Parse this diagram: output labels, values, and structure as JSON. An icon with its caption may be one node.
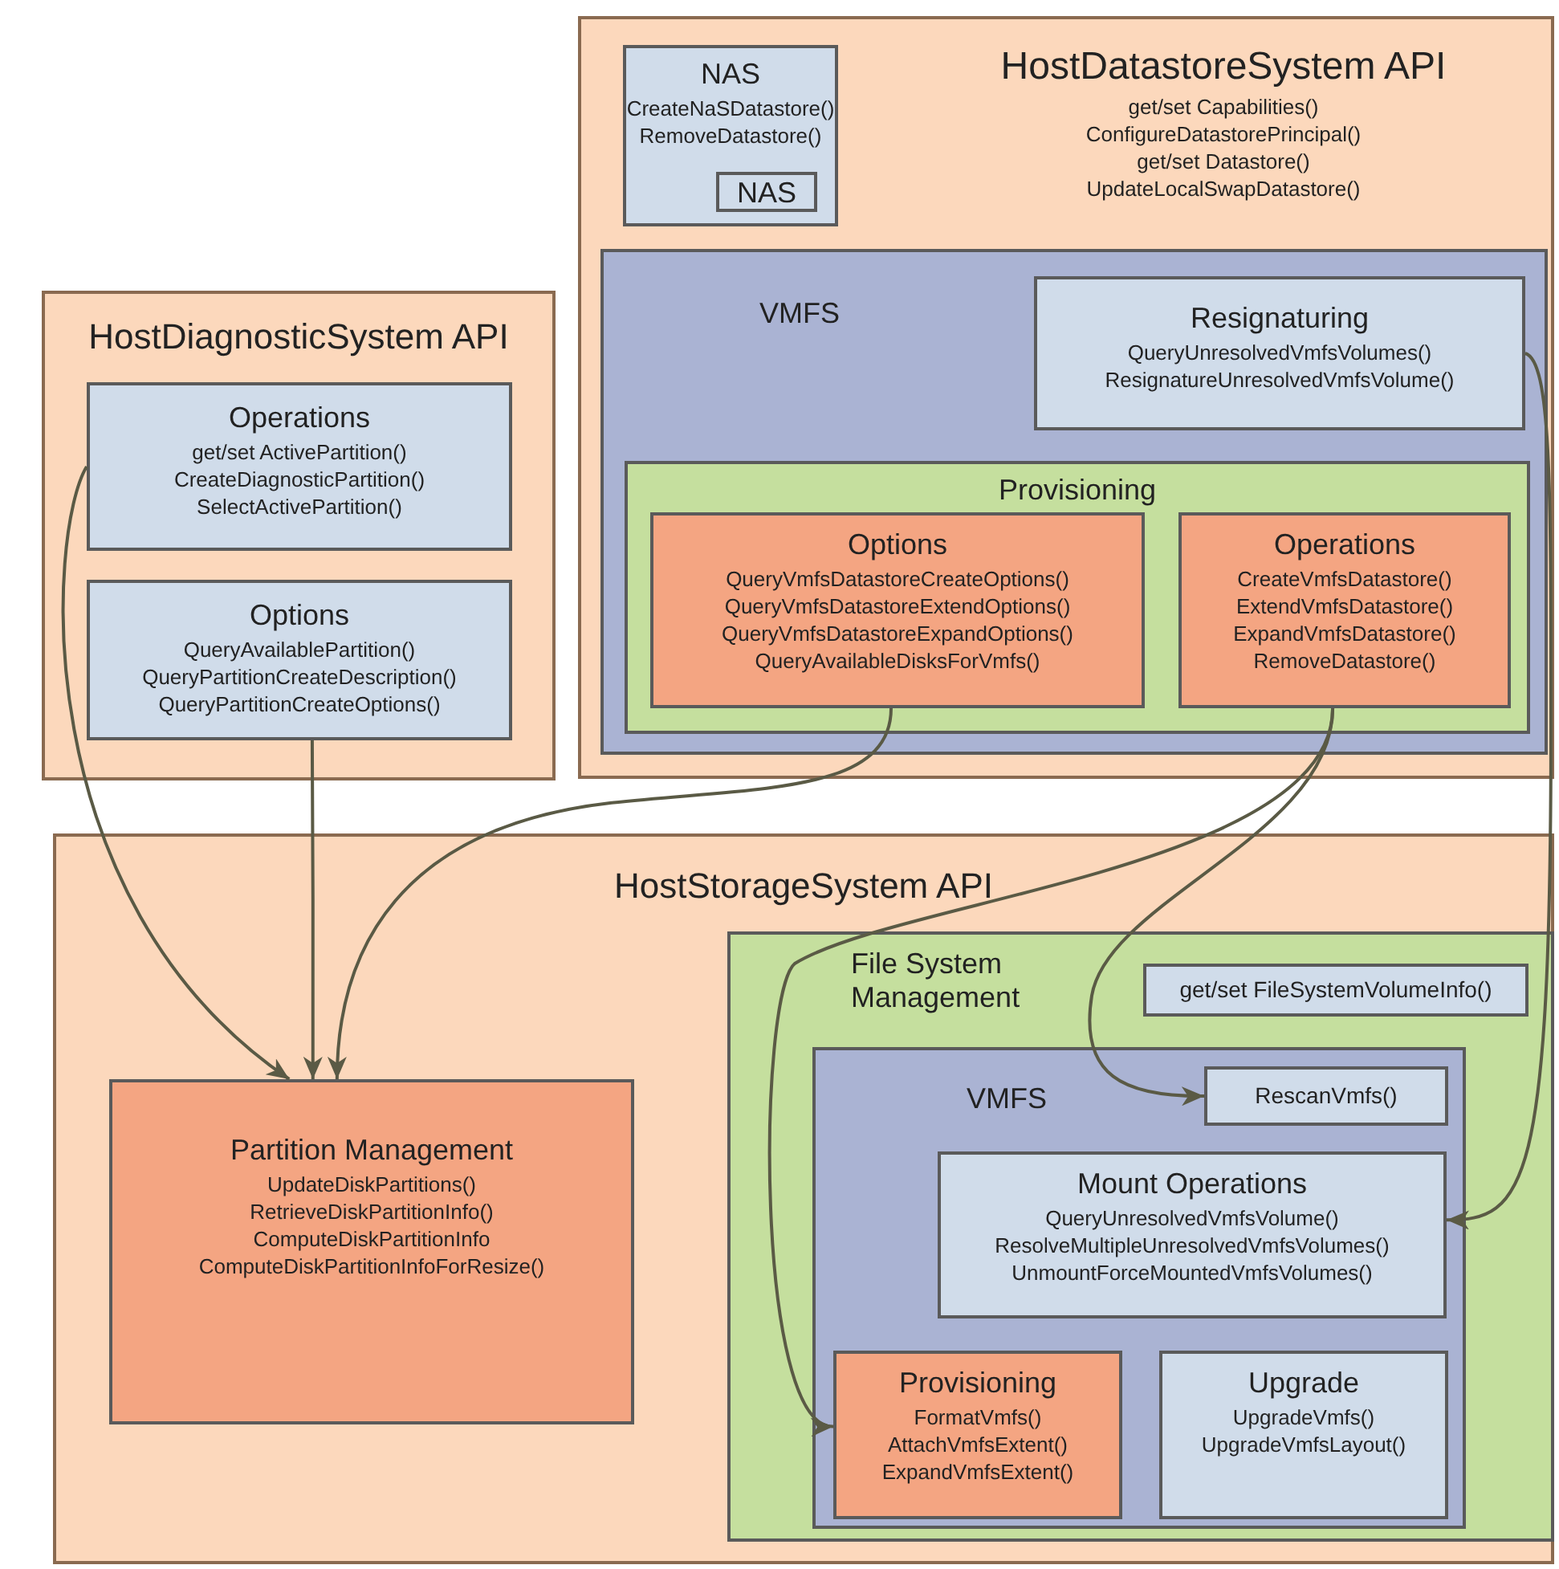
{
  "diagram": {
    "nodes": [
      {
        "text": [
          "HostDatastoreSystem API",
          "get/set Capabilities() ConfigureDatastorePrincipal() get/set Datastore() UpdateLocalSwapDatastore()"
        ]
      },
      {
        "text": [
          "NAS",
          "CreateNaSDatastore() RemoveDatastore()"
        ],
        "in": 0
      },
      {
        "text": [
          "NAS"
        ],
        "in": 1
      },
      {
        "text": [
          "VMFS"
        ],
        "in": 0
      },
      {
        "text": [
          "Resignaturing",
          "QueryUnresolvedVmfsVolumes() ResignatureUnresolvedVmfsVolume()"
        ],
        "in": 3
      },
      {
        "text": [
          "Provisioning"
        ],
        "in": 3
      },
      {
        "text": [
          "Options",
          "QueryVmfsDatastoreCreateOptions() QueryVmfsDatastoreExtendOptions() QueryVmfsDatastoreExpandOptions() QueryAvailableDisksForVmfs()"
        ],
        "in": 5
      },
      {
        "text": [
          "Operations",
          "CreateVmfsDatastore() ExtendVmfsDatastore() ExpandVmfsDatastore() RemoveDatastore()"
        ],
        "in": 5
      },
      {
        "text": [
          "HostDiagnosticSystem API"
        ]
      },
      {
        "text": [
          "Operations",
          "get/set ActivePartition() CreateDiagnosticPartition() SelectActivePartition()"
        ],
        "in": 8
      },
      {
        "text": [
          "Options",
          "QueryAvailablePartition() QueryPartitionCreateDescription() QueryPartitionCreateOptions()"
        ],
        "in": 8
      },
      {
        "text": [
          "HostStorageSystem API"
        ]
      },
      {
        "text": [
          "Partition Management",
          "UpdateDiskPartitions() RetrieveDiskPartitionInfo() ComputeDiskPartitionInfo ComputeDiskPartitionInfoForResize()"
        ],
        "in": 11
      },
      {
        "text": [
          "File System Management"
        ],
        "in": 11
      },
      {
        "text": [
          "get/set FileSystemVolumeInfo()"
        ],
        "in": 13
      },
      {
        "text": [
          "VMFS"
        ],
        "in": 13
      },
      {
        "text": [
          "RescanVmfs()"
        ],
        "in": 15
      },
      {
        "text": [
          "Mount Operations",
          "QueryUnresolvedVmfsVolume() ResolveMultipleUnresolvedVmfsVolumes() UnmountForceMountedVmfsVolumes()"
        ],
        "in": 15
      },
      {
        "text": [
          "Provisioning",
          "FormatVmfs() AttachVmfsExtent() ExpandVmfsExtent()"
        ],
        "in": 15
      },
      {
        "text": [
          "Upgrade",
          "UpgradeVmfs() UpgradeVmfsLayout()"
        ],
        "in": 15
      }
    ],
    "edges": [
      {
        "from": 9,
        "to": 12,
        "arrow": "to"
      },
      {
        "from": 10,
        "to": 12,
        "arrow": "to"
      },
      {
        "from": 6,
        "to": 12,
        "arrow": "to"
      },
      {
        "from": 7,
        "to": 16,
        "arrow": "to"
      },
      {
        "from": 7,
        "to": 18,
        "arrow": "to"
      },
      {
        "from": 4,
        "to": 17,
        "arrow": "to"
      }
    ]
  }
}
